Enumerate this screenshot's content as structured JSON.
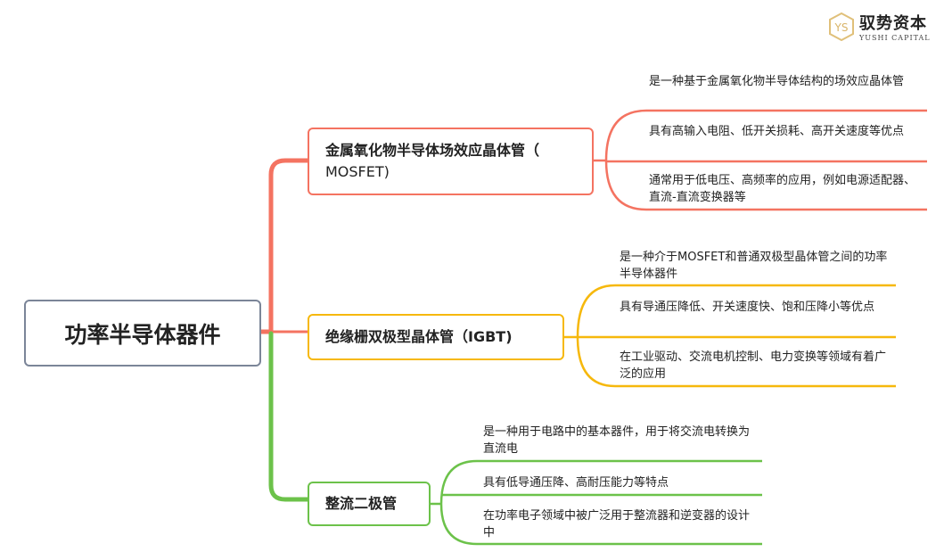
{
  "logo": {
    "name": "驭势资本",
    "subtitle": "YUSHI CAPITAL"
  },
  "root": {
    "label": "功率半导体器件"
  },
  "colors": {
    "mosfet": "#f47361",
    "igbt": "#f6b80c",
    "diode": "#6cc24a",
    "root_border": "#7b8598"
  },
  "branches": [
    {
      "label": "金属氧化物半导体场效应晶体管（MOSFET)",
      "line1": "金属氧化物半导体场效应晶体管（",
      "line2": "MOSFET)",
      "items": [
        "是一种基于金属氧化物半导体结构的场效应晶体管",
        "具有高输入电阻、低开关损耗、高开关速度等优点",
        "通常用于低电压、高频率的应用，例如电源适配器、直流-直流变换器等"
      ]
    },
    {
      "label": "绝缘栅双极型晶体管（IGBT)",
      "items": [
        "是一种介于MOSFET和普通双极型晶体管之间的功率半导体器件",
        "具有导通压降低、开关速度快、饱和压降小等优点",
        "在工业驱动、交流电机控制、电力变换等领域有着广泛的应用"
      ]
    },
    {
      "label": "整流二极管",
      "items": [
        "是一种用于电路中的基本器件，用于将交流电转换为直流电",
        "具有低导通压降、高耐压能力等特点",
        "在功率电子领域中被广泛用于整流器和逆变器的设计中"
      ]
    }
  ]
}
